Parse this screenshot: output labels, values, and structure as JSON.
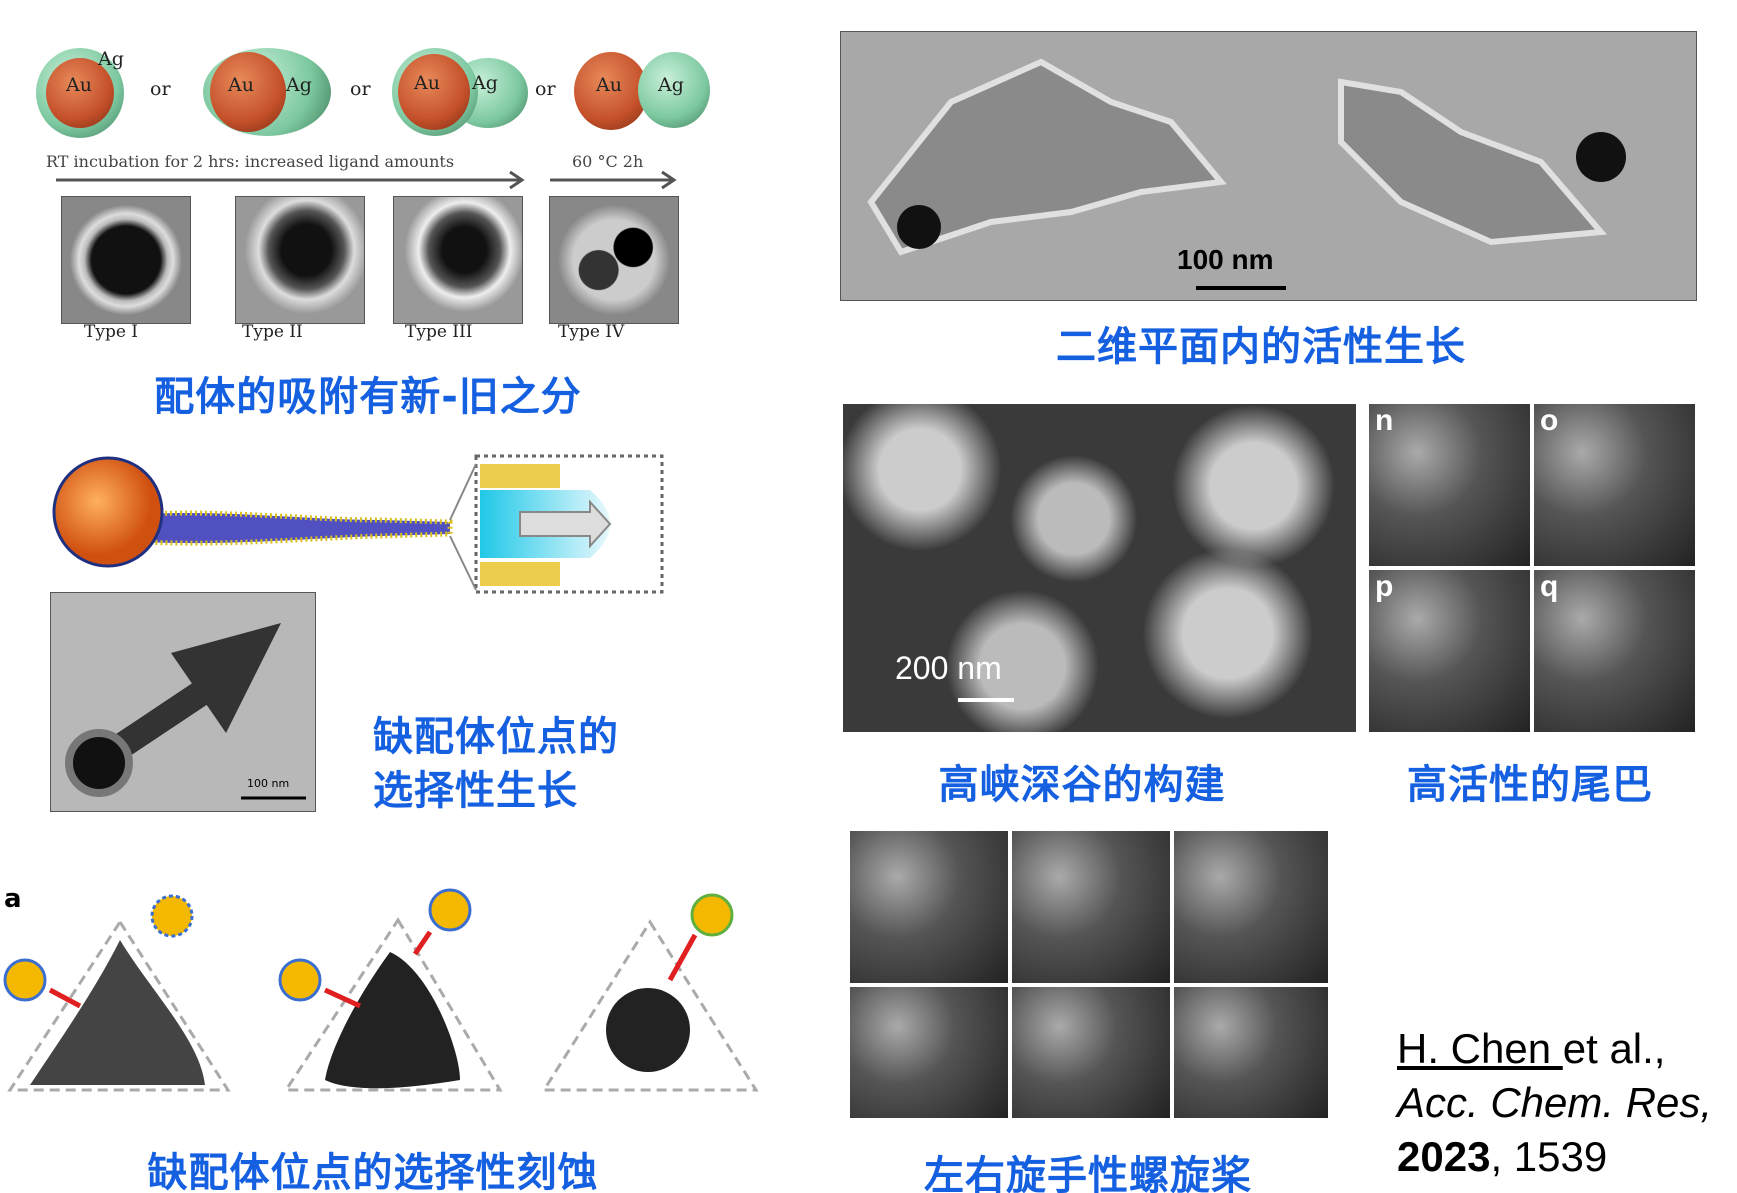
{
  "panel_ligand_adsorption": {
    "au": "Au",
    "ag": "Ag",
    "or": "or",
    "arrow1_text": "RT incubation for 2 hrs: increased ligand amounts",
    "arrow2_text": "60 °C 2h",
    "types": [
      "Type I",
      "Type II",
      "Type III",
      "Type IV"
    ],
    "caption": "配体的吸附有新-旧之分"
  },
  "panel_selective_growth": {
    "scale_bar": "100 nm",
    "caption_line1": "缺配体位点的",
    "caption_line2": "选择性生长"
  },
  "panel_etching": {
    "panel_letter": "a",
    "caption": "缺配体位点的选择性刻蚀"
  },
  "panel_2d_growth": {
    "scale_bar": "100 nm",
    "caption": "二维平面内的活性生长"
  },
  "panel_canyons": {
    "scale_bar": "200 nm",
    "caption": "高峡深谷的构建"
  },
  "panel_tails": {
    "letters": [
      "n",
      "o",
      "p",
      "q"
    ],
    "caption": "高活性的尾巴"
  },
  "panel_propellers": {
    "caption": "左右旋手性螺旋桨"
  },
  "citation": {
    "author": "H. Chen ",
    "etal": "et al.,",
    "journal": "Acc. Chem. Res,",
    "year": "2023",
    "page": ", 1539"
  },
  "colors": {
    "caption": "#1560e0",
    "au": "#c4502a",
    "ag": "#7cc8a0"
  }
}
